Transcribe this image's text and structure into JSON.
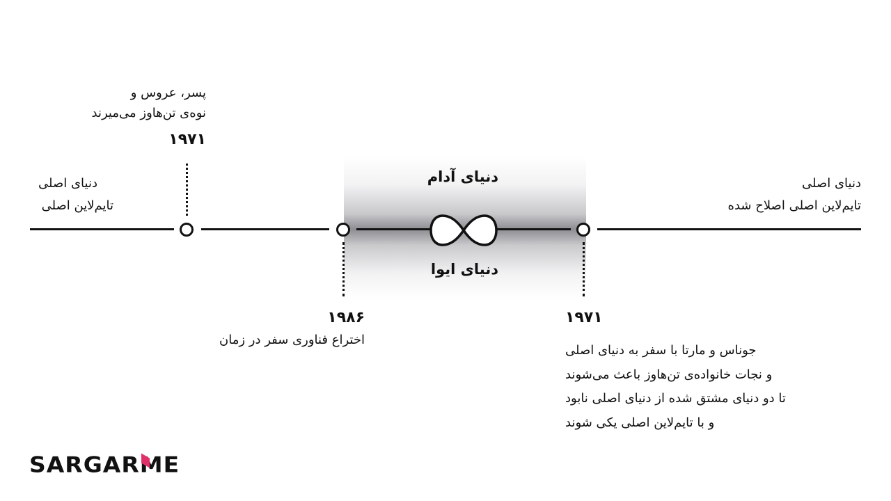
{
  "band": {
    "top_label": "دنیای آدام",
    "bottom_label": "دنیای ایوا"
  },
  "left": {
    "line1": "دنیای اصلی",
    "line2": "تایم‌لاین اصلی"
  },
  "right": {
    "line1": "دنیای اصلی",
    "line2": "تایم‌لاین اصلی اصلاح شده"
  },
  "event1": {
    "year": "۱۹۷۱",
    "line1": "پسر، عروس و",
    "line2": "نوه‌ی تن‌هاوز می‌میرند"
  },
  "event2": {
    "year": "۱۹۸۶",
    "line1": "اختراع فناوری سفر در زمان"
  },
  "event3": {
    "year": "۱۹۷۱",
    "lines": [
      "جوناس و مارتا با سفر به دنیای اصلی",
      "و نجات خانواده‌ی تن‌هاوز باعث می‌شوند",
      "تا دو دنیای مشتق شده از دنیای اصلی نابود",
      "و با تایم‌لاین اصلی یکی شوند"
    ]
  },
  "logo": {
    "text": "SARGARME",
    "accent": "#e0306a"
  },
  "colors": {
    "ink": "#111111"
  }
}
